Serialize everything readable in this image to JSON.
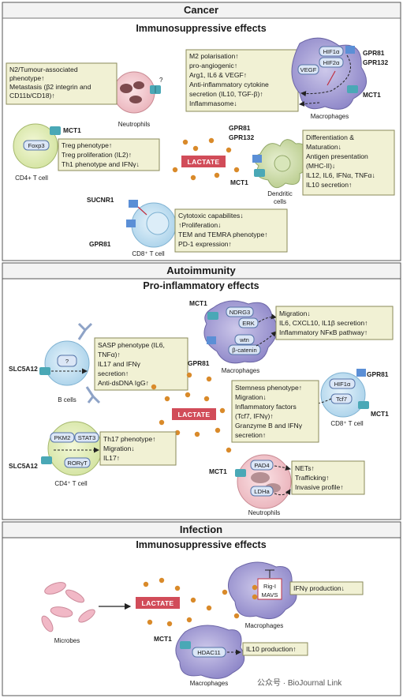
{
  "sections": {
    "cancer": {
      "title": "Cancer",
      "subtitle": "Immunosuppressive effects",
      "neutrophils": {
        "label": "Neutrophils",
        "question": "?",
        "lines": [
          "N2/Tumour-associated",
          "phenotype↑",
          "Metastasis (β2 integrin and",
          "CD11b/CD18)↑"
        ]
      },
      "macrophages": {
        "label": "Macrophages",
        "receptors": [
          "GPR81",
          "GPR132"
        ],
        "transporter": "MCT1",
        "pills": [
          "HIF1α",
          "HIF2α",
          "VEGF"
        ],
        "lines": [
          "M2 polarisation↑",
          "pro-angiogenic↑",
          "Arg1, IL6 & VEGF↑",
          "Anti-inflammatory cytokine",
          "secretion (IL10, TGF-β)↑",
          "Inflammasome↓"
        ]
      },
      "cd4": {
        "label": "CD4+ T cell",
        "transporter": "MCT1",
        "pill": "Foxp3",
        "lines": [
          "Treg phenotype↑",
          "Treg proliferation (IL2)↑",
          "Th1 phenotype and IFNγ↓"
        ]
      },
      "lactate": "LACTATE",
      "dendritic": {
        "label_lines": [
          "Dendritic",
          "cells"
        ],
        "receptors": [
          "GPR81",
          "GPR132"
        ],
        "transporter": "MCT1",
        "lines": [
          "Differentiation &",
          "Maturation↓",
          "Antigen presentation",
          "(MHC-II)↓",
          "IL12, IL6, IFNα, TNFα↓",
          "IL10 secretion↑"
        ]
      },
      "cd8": {
        "label": "CD8⁺ T cell",
        "receptors": [
          "SUCNR1",
          "GPR81"
        ],
        "lines": [
          "Cytotoxic capabilites↓",
          "↑Proliferation↓",
          "TEM and TEMRA phenotype↑",
          "PD-1 expression↑"
        ]
      }
    },
    "autoimmunity": {
      "title": "Autoimmunity",
      "subtitle": "Pro-inflammatory effects",
      "macrophages": {
        "label": "Macrophages",
        "transporter": "MCT1",
        "receptor": "GPR81",
        "pills": [
          "NDRG3",
          "ERK",
          "wtn",
          "β-catenin"
        ],
        "lines": [
          "Migration↓",
          "IL6, CXCL10, IL1β secretion↑",
          "Inflammatory NFκB pathway↑"
        ]
      },
      "bcells": {
        "label": "B cells",
        "transporter": "SLC5A12",
        "question": "?",
        "lines": [
          "SASP phenotype (IL6,",
          "TNFα)↑",
          "IL17 and IFNγ",
          "secretion↑",
          "Anti-dsDNA IgG↑"
        ]
      },
      "cd8": {
        "label": "CD8⁺ T cell",
        "receptor": "GPR81",
        "transporter": "MCT1",
        "pills": [
          "HIF1α",
          "Tcf7"
        ],
        "lines": [
          "Stemness phenotype↑",
          "Migration↓",
          "Inflammatory factors",
          "(Tcf7, IFNγ)↑",
          "Granzyme B and IFNγ",
          "secretion↑"
        ]
      },
      "lactate": "LACTATE",
      "cd4": {
        "label": "CD4⁺ T cell",
        "transporter": "SLC5A12",
        "pills": [
          "PKM2",
          "STAT3",
          "RORγT"
        ],
        "lines": [
          "Th17 phenotype↑",
          "Migration↓",
          "IL17↑"
        ]
      },
      "neutrophils": {
        "label": "Neutrophils",
        "transporter": "MCT1",
        "pills": [
          "PAD4",
          "LDHa"
        ],
        "lines": [
          "NETs↑",
          "Trafficking↑",
          "Invasive profile↑"
        ]
      }
    },
    "infection": {
      "title": "Infection",
      "subtitle": "Immunosuppressive effects",
      "microbes_label": "Microbes",
      "lactate": "LACTATE",
      "macrophages_top": {
        "label": "Macrophages",
        "pills": [
          "Rig-I",
          "MAVS"
        ],
        "lines": [
          "IFNγ production↓"
        ]
      },
      "macrophages_bottom": {
        "label": "Macrophages",
        "transporter": "MCT1",
        "pill": "HDAC11",
        "lines": [
          "IL10 production↑"
        ]
      }
    }
  },
  "watermark": "公众号 · BioJournal Link",
  "colors": {
    "box_fill": "#f1f1d4",
    "box_stroke": "#8a8a5a",
    "lactate": "#d14c59",
    "dot": "#d98a2a",
    "receptor": "#5b8fd6",
    "transporter": "#4aa8b6",
    "section_header": "#f3f3f3"
  }
}
